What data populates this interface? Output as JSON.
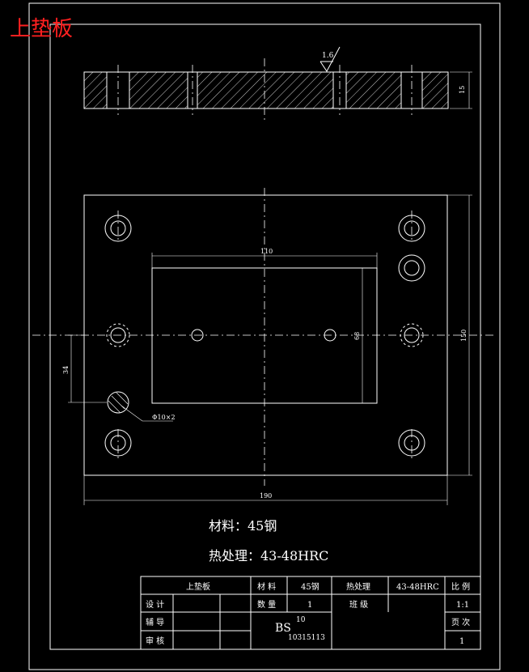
{
  "title_corner": "上垫板",
  "section_view": {
    "roughness": "1.6",
    "thickness": "15"
  },
  "plan_view": {
    "dim_inner_width": "110",
    "dim_inner_height": "68",
    "dim_total_width": "190",
    "dim_total_height": "150",
    "dim_left_offset": "34",
    "hole_callout": "Φ10×2"
  },
  "notes": {
    "material": "材料：45钢",
    "heat_treatment": "热处理：43-48HRC"
  },
  "title_block": {
    "part_name": "上垫板",
    "material_label": "材  料",
    "material_value": "45钢",
    "heat_label": "热处理",
    "heat_value": "43-48HRC",
    "scale_label": "比  例",
    "scale_value": "1:1",
    "design_label": "设  计",
    "quantity_label": "数  量",
    "quantity_value": "1",
    "grade_label": "班  级",
    "guide_label": "辅  导",
    "review_label": "审  核",
    "code_prefix": "BS",
    "code_top": "10",
    "code_bottom": "10315113",
    "page_label": "页  次",
    "page_value": "1"
  }
}
